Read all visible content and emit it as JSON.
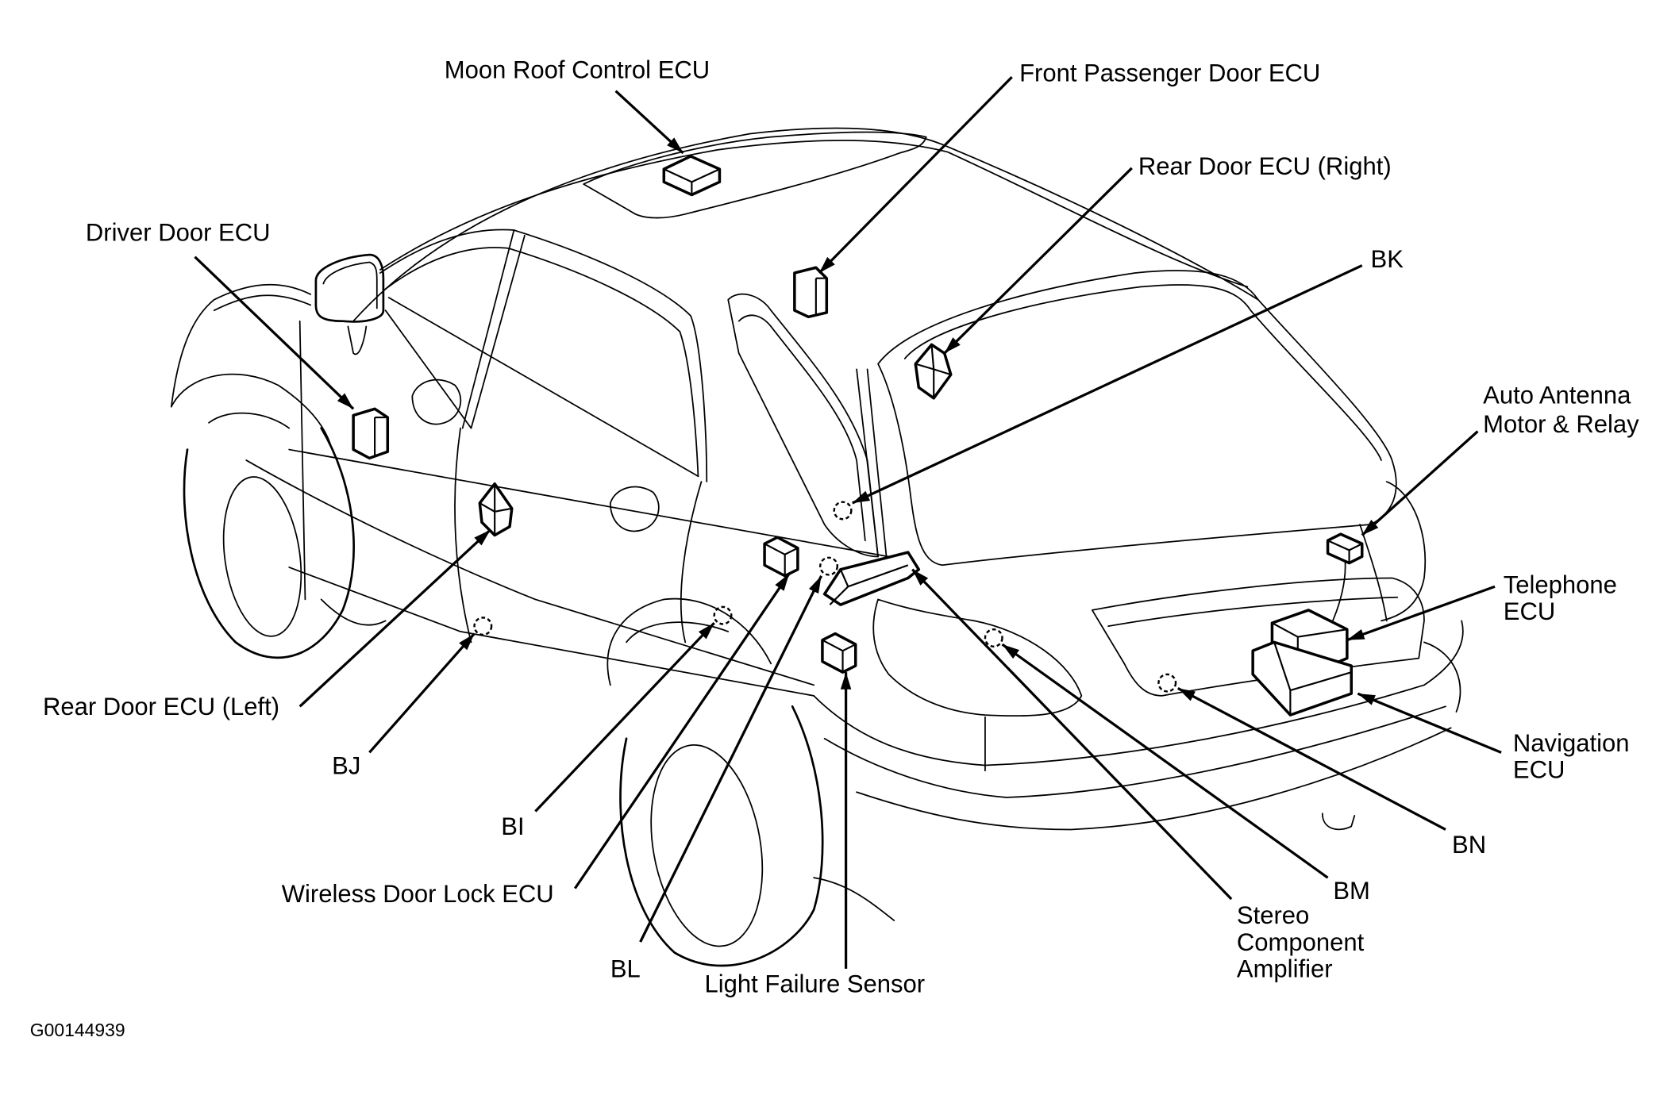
{
  "diagram": {
    "title": "Body Electrical Component & Connector Locations",
    "figure_id": "G00144939",
    "colors": {
      "line": "#000000",
      "background": "#ffffff"
    },
    "components": [
      {
        "id": "moon-roof-control-ecu",
        "label": [
          "Moon Roof Control ECU"
        ],
        "kind": "ecu"
      },
      {
        "id": "front-passenger-door-ecu",
        "label": [
          "Front Passenger Door ECU"
        ],
        "kind": "ecu"
      },
      {
        "id": "rear-door-ecu-right",
        "label": [
          "Rear Door ECU (Right)"
        ],
        "kind": "ecu"
      },
      {
        "id": "bk",
        "label": [
          "BK"
        ],
        "kind": "connector"
      },
      {
        "id": "driver-door-ecu",
        "label": [
          "Driver Door ECU"
        ],
        "kind": "ecu"
      },
      {
        "id": "auto-antenna",
        "label": [
          "Auto Antenna",
          "Motor & Relay"
        ],
        "kind": "ecu"
      },
      {
        "id": "telephone-ecu",
        "label": [
          "Telephone",
          "ECU"
        ],
        "kind": "ecu"
      },
      {
        "id": "navigation-ecu",
        "label": [
          "Navigation",
          "ECU"
        ],
        "kind": "ecu"
      },
      {
        "id": "rear-door-ecu-left",
        "label": [
          "Rear Door ECU (Left)"
        ],
        "kind": "ecu"
      },
      {
        "id": "bj",
        "label": [
          "BJ"
        ],
        "kind": "connector"
      },
      {
        "id": "bi",
        "label": [
          "BI"
        ],
        "kind": "connector"
      },
      {
        "id": "bn",
        "label": [
          "BN"
        ],
        "kind": "connector"
      },
      {
        "id": "bm",
        "label": [
          "BM"
        ],
        "kind": "connector"
      },
      {
        "id": "wireless-door-lock-ecu",
        "label": [
          "Wireless Door Lock ECU"
        ],
        "kind": "ecu"
      },
      {
        "id": "stereo-component-amplifier",
        "label": [
          "Stereo",
          "Component",
          "Amplifier"
        ],
        "kind": "ecu"
      },
      {
        "id": "bl",
        "label": [
          "BL"
        ],
        "kind": "connector"
      },
      {
        "id": "light-failure-sensor",
        "label": [
          "Light Failure Sensor"
        ],
        "kind": "ecu"
      }
    ]
  }
}
